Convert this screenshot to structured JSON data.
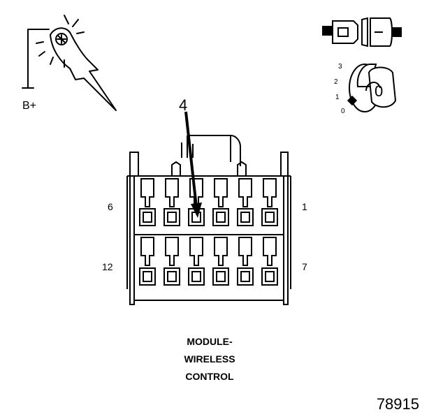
{
  "probe": {
    "label": "B+"
  },
  "connector": {
    "callout_pin": "4",
    "pin_labels": {
      "top_left": "6",
      "top_right": "1",
      "bottom_left": "12",
      "bottom_right": "7"
    }
  },
  "ignition": {
    "positions": [
      "3",
      "2",
      "1",
      "0"
    ],
    "key_label": "0"
  },
  "title": {
    "line1": "MODULE-",
    "line2": "WIRELESS",
    "line3": "CONTROL"
  },
  "figure_number": "78915"
}
